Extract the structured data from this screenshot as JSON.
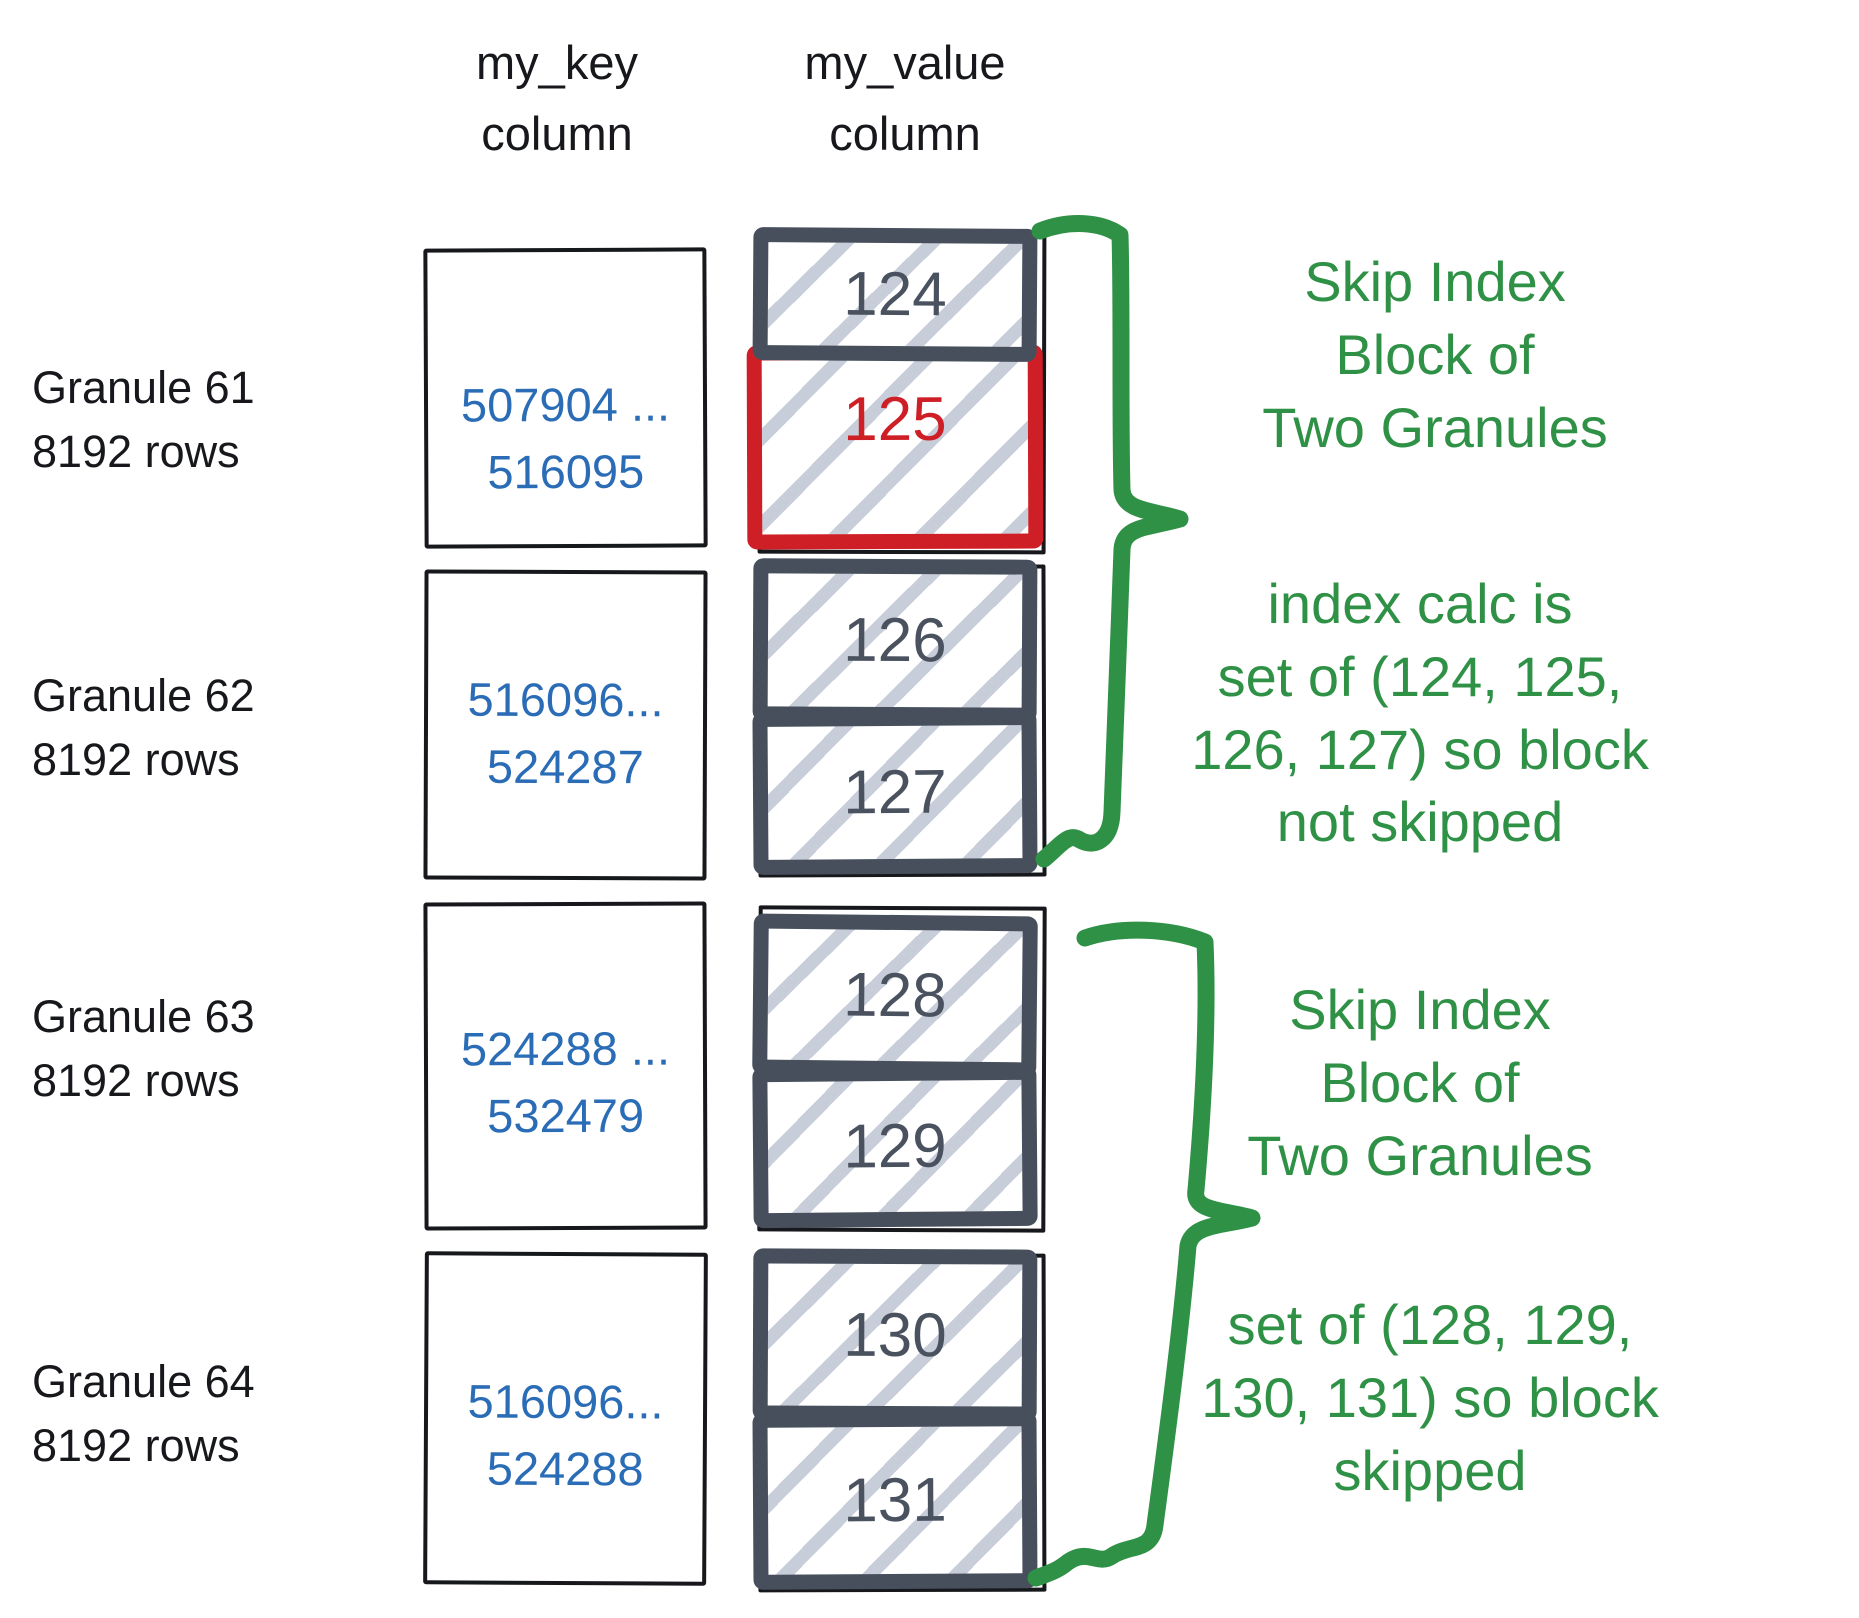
{
  "headers": {
    "key_column": "my_key\ncolumn",
    "value_column": "my_value\ncolumn"
  },
  "granules": [
    {
      "label": "Granule 61\n8192 rows",
      "key_range": "507904 ...\n516095",
      "blocks": [
        {
          "value": "124",
          "highlighted": false
        },
        {
          "value": "125",
          "highlighted": true
        }
      ]
    },
    {
      "label": "Granule 62\n8192 rows",
      "key_range": "516096...\n524287",
      "blocks": [
        {
          "value": "126",
          "highlighted": false
        },
        {
          "value": "127",
          "highlighted": false
        }
      ]
    },
    {
      "label": "Granule 63\n8192 rows",
      "key_range": "524288 ...\n532479",
      "blocks": [
        {
          "value": "128",
          "highlighted": false
        },
        {
          "value": "129",
          "highlighted": false
        }
      ]
    },
    {
      "label": "Granule 64\n8192 rows",
      "key_range": "516096...\n524288",
      "blocks": [
        {
          "value": "130",
          "highlighted": false
        },
        {
          "value": "131",
          "highlighted": false
        }
      ]
    }
  ],
  "annotations": [
    {
      "text": "Skip Index\nBlock of\nTwo Granules"
    },
    {
      "text": "index calc is\nset of (124, 125,\n126, 127) so block\nnot skipped"
    },
    {
      "text": "Skip Index\nBlock of\nTwo Granules"
    },
    {
      "text": "set of (128, 129,\n130, 131) so block\nskipped"
    }
  ],
  "colors": {
    "annotation_green": "#2f9146",
    "highlight_red": "#cf1f26",
    "block_slate": "#474f5d",
    "hatch_gray": "#c7cdd9",
    "key_text_blue": "#2a6cb5",
    "ink_black": "#16181c"
  }
}
